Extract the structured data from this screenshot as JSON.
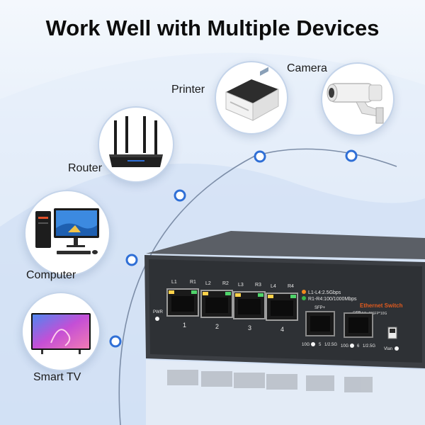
{
  "headline": "Work Well with Multiple Devices",
  "devices": {
    "camera": "Camera",
    "printer": "Printer",
    "router": "Router",
    "computer": "Computer",
    "smart_tv": "Smart TV"
  },
  "switch": {
    "brand_label": "Ethernet Switch",
    "port_spec": "4*2.5G+2*SFP*10G",
    "legend_l": "L1-L4:2.5Gbps",
    "legend_r": "R1-R4:100/1000Mbps",
    "pwr_label": "PWR",
    "vlan_label": "Vlan",
    "led_labels": [
      "L1",
      "R1",
      "L2",
      "R2",
      "L3",
      "R3",
      "L4",
      "R4"
    ],
    "port_numbers": [
      "1",
      "2",
      "3",
      "4"
    ],
    "sfp_labels": [
      "SFP+",
      "SFP+"
    ],
    "sfp_port_numbers": [
      "5",
      "6"
    ],
    "speed_10g": "10G",
    "speed_low": "1/2.5G"
  },
  "colors": {
    "arc_dot": "#2f6fd6",
    "switch_body": "#3c3f44",
    "brand_text": "#e05a1e",
    "legend_orange": "#f28a1e",
    "legend_green": "#39b54a"
  }
}
